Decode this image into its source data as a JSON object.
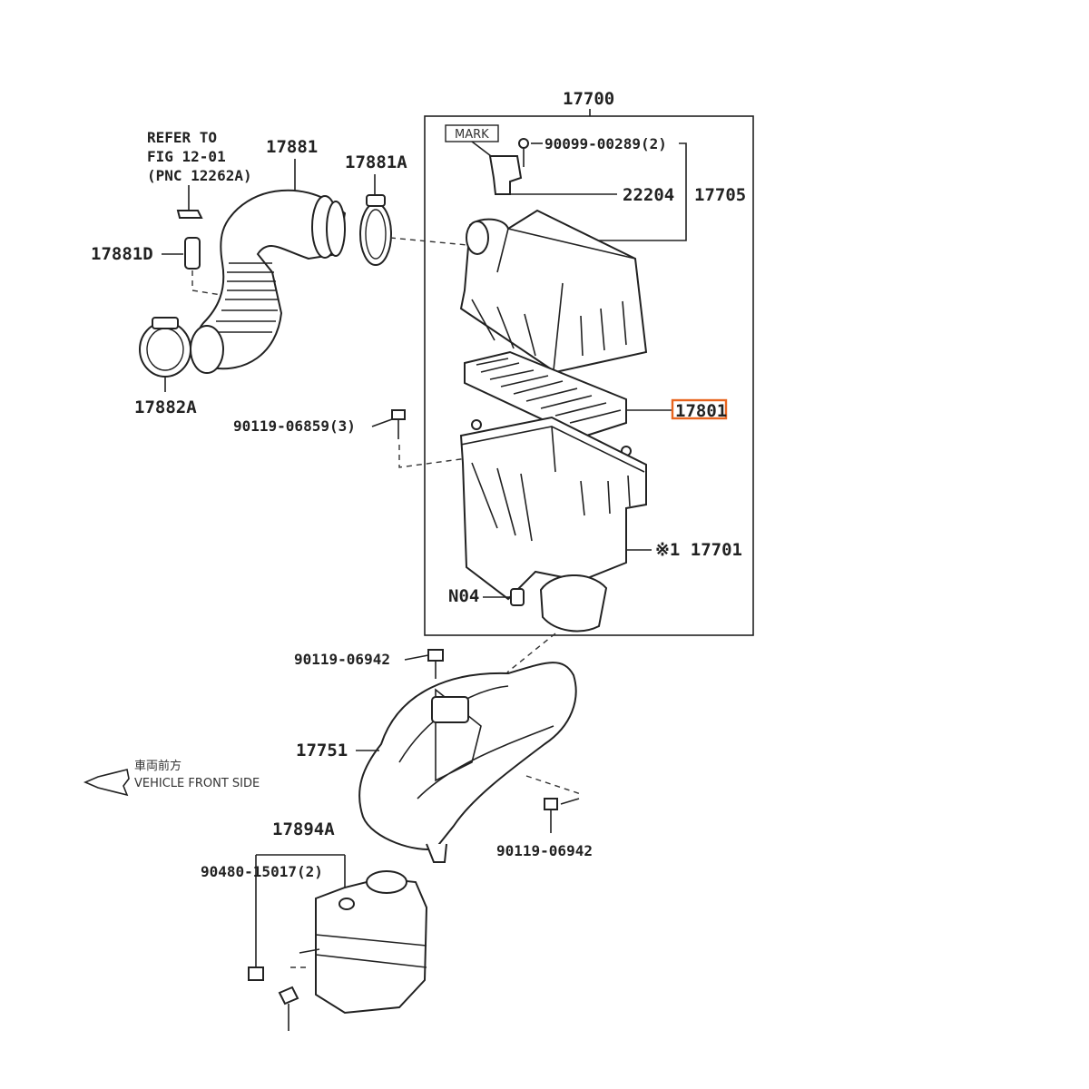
{
  "labels": {
    "assembly": "17700",
    "refer_line1": "REFER TO",
    "refer_line2": "FIG 12-01",
    "refer_line3": "(PNC 12262A)",
    "hose": "17881",
    "hose_clamp": "17881A",
    "hose_clip": "17881D",
    "clamp_lower": "17882A",
    "mark": "MARK",
    "screw_top": "90099-00289(2)",
    "sensor": "22204",
    "cap": "17705",
    "element": "17801",
    "bolt_side": "90119-06859(3)",
    "case": "※1 17701",
    "grommet": "N04",
    "bolt_upper": "90119-06942",
    "inlet": "17751",
    "bolt_lower": "90119-06942",
    "resonator": "17894A",
    "bolt_res": "90480-15017(2)",
    "front_jp": "車両前方",
    "front_en": "VEHICLE FRONT SIDE"
  },
  "highlight": {
    "part": "17801",
    "color": "#e8641e"
  }
}
